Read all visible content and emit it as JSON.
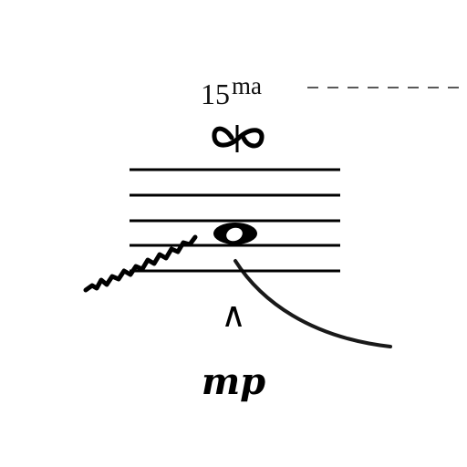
{
  "score": {
    "ottava": {
      "number": "15",
      "suffix": "ma",
      "line_style": "dashed"
    },
    "ornament": {
      "icon": "inverted-turn-icon"
    },
    "staff": {
      "line_count": 5
    },
    "note": {
      "type": "whole-note"
    },
    "articulation": {
      "icon": "marcato-icon",
      "glyph": "∧"
    },
    "dynamic": {
      "text": "mp"
    },
    "colors": {
      "ink": "#000000"
    }
  }
}
